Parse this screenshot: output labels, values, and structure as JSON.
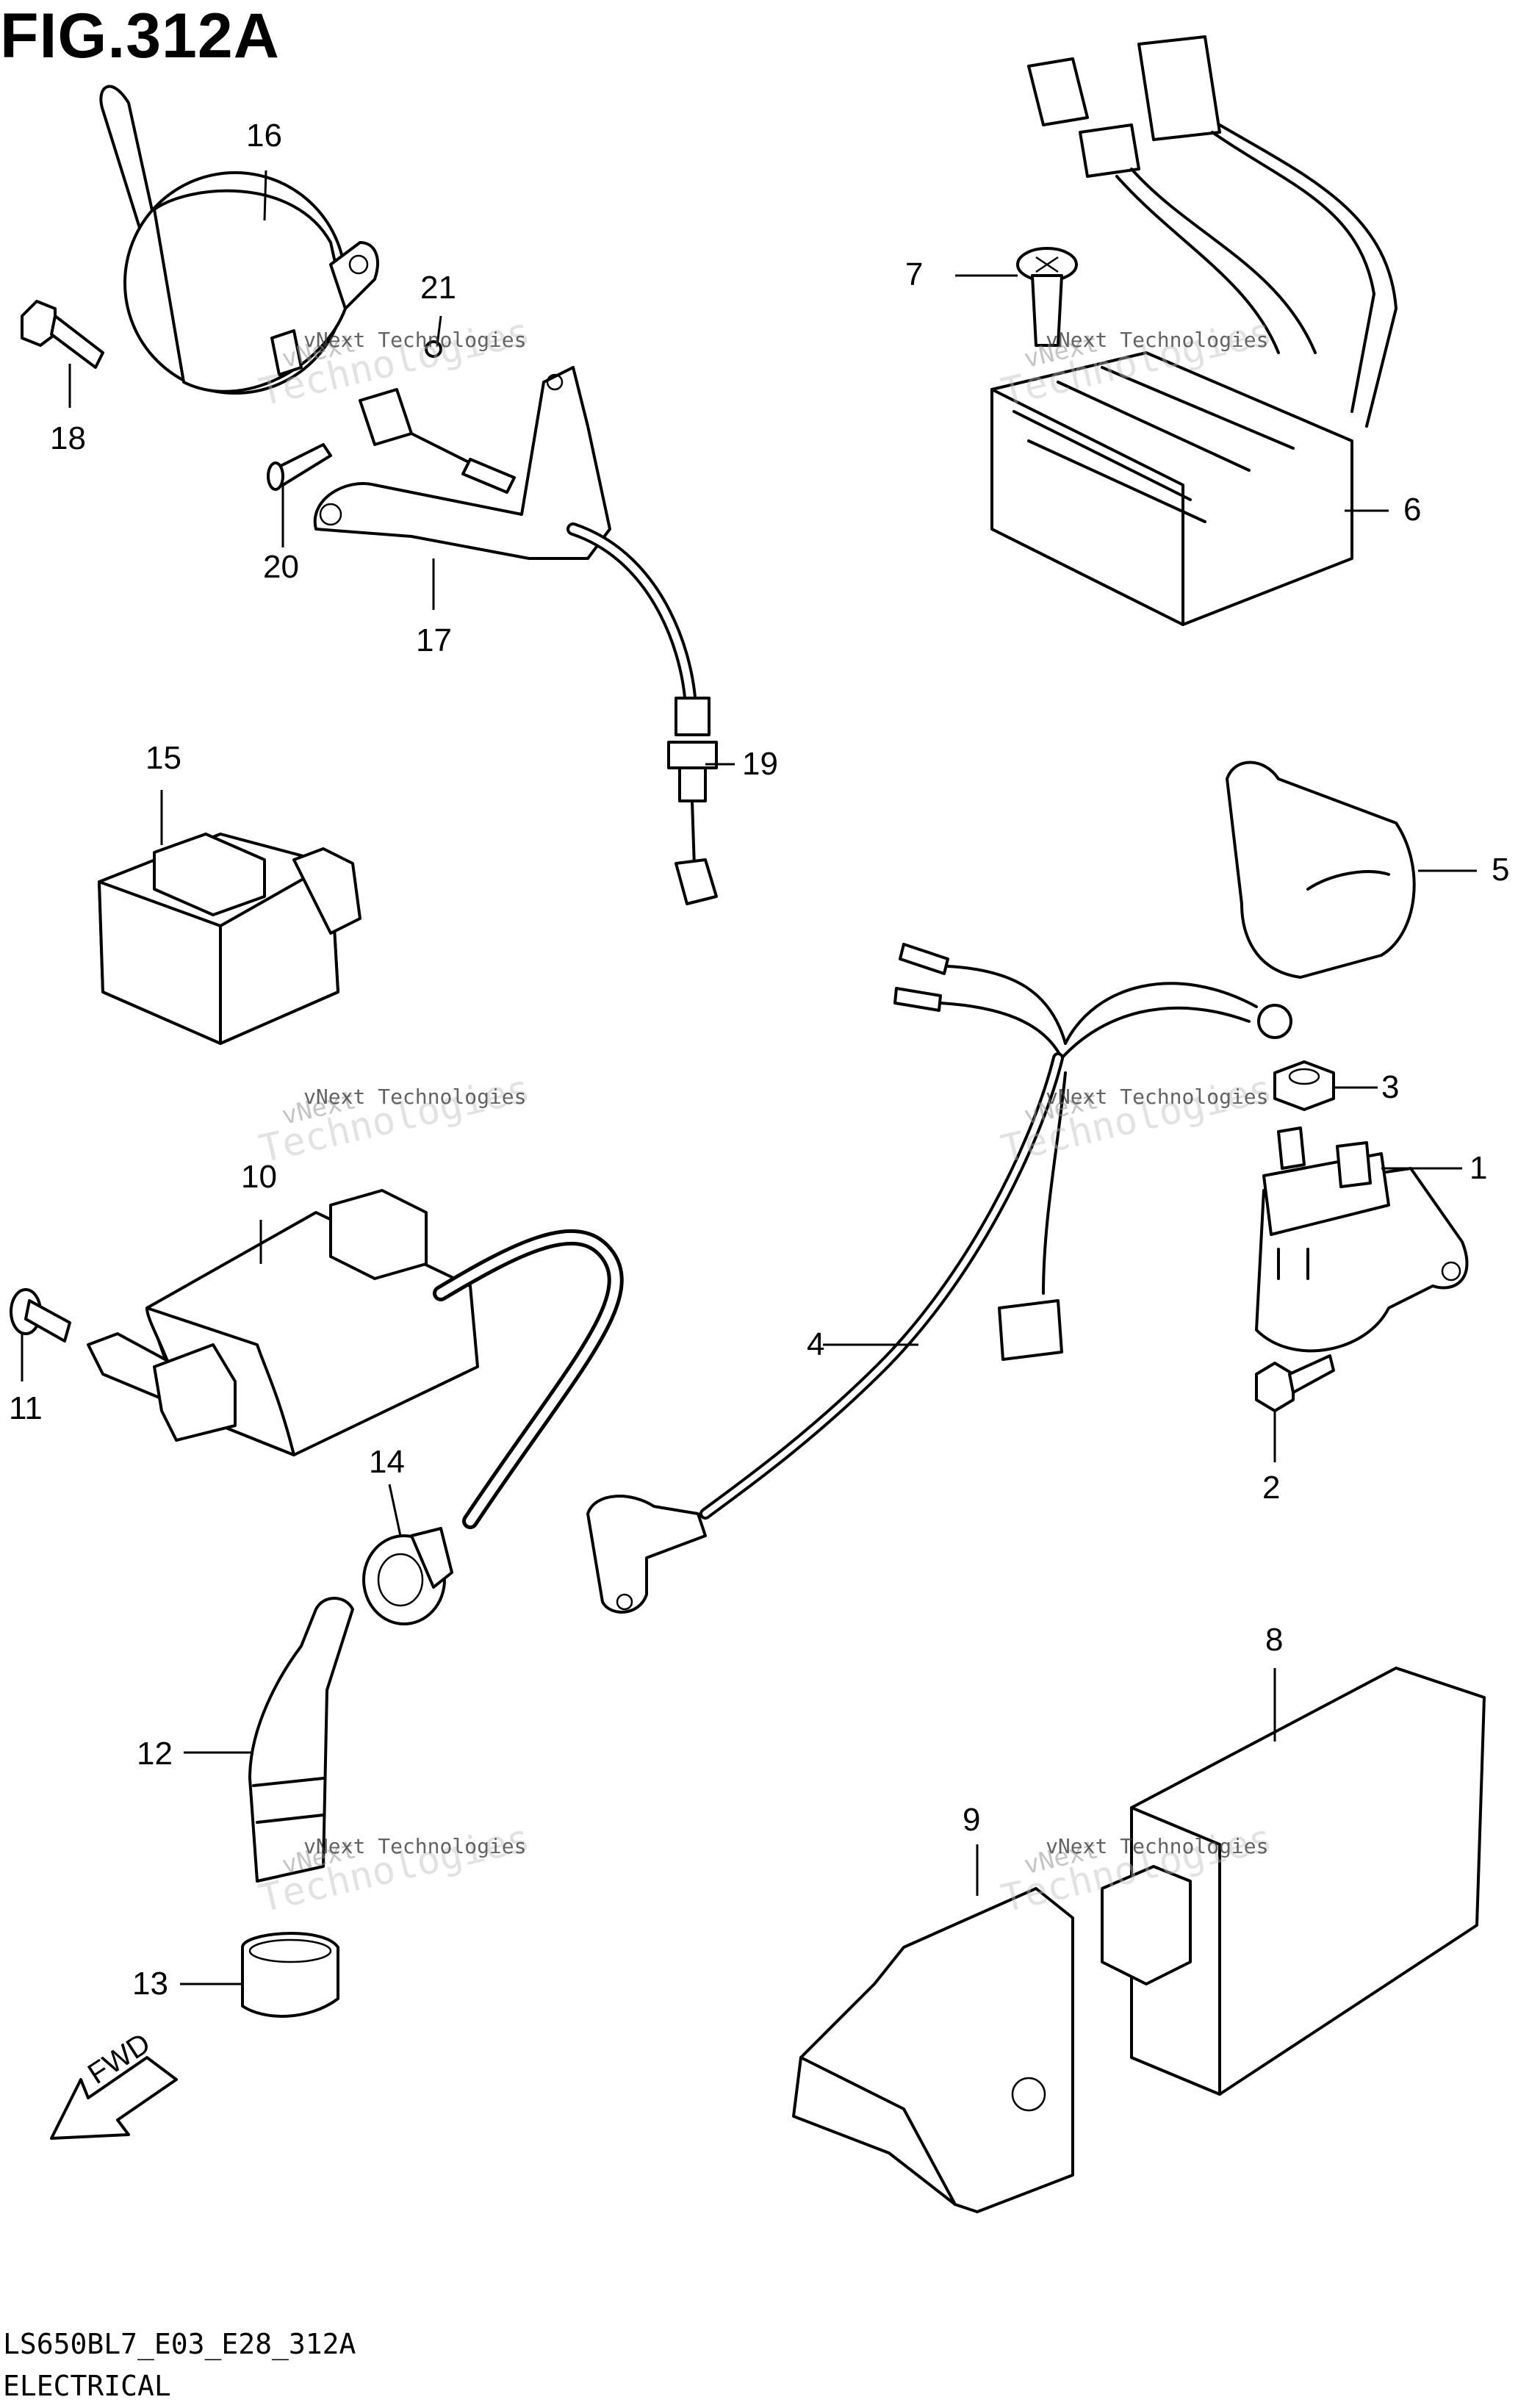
{
  "figure": {
    "title": "FIG.312A",
    "code": "LS650BL7_E03_E28_312A",
    "section": "ELECTRICAL"
  },
  "callouts": {
    "c1": "1",
    "c2": "2",
    "c3": "3",
    "c4": "4",
    "c5": "5",
    "c6": "6",
    "c7": "7",
    "c8": "8",
    "c9": "9",
    "c10": "10",
    "c11": "11",
    "c12": "12",
    "c13": "13",
    "c14": "14",
    "c15": "15",
    "c16": "16",
    "c17": "17",
    "c18": "18",
    "c19": "19",
    "c20": "20",
    "c21": "21"
  },
  "fwd_label": "FWD",
  "watermark": {
    "line1": "vNext",
    "line2": "Technologies",
    "line3": "vNext Technologies"
  }
}
